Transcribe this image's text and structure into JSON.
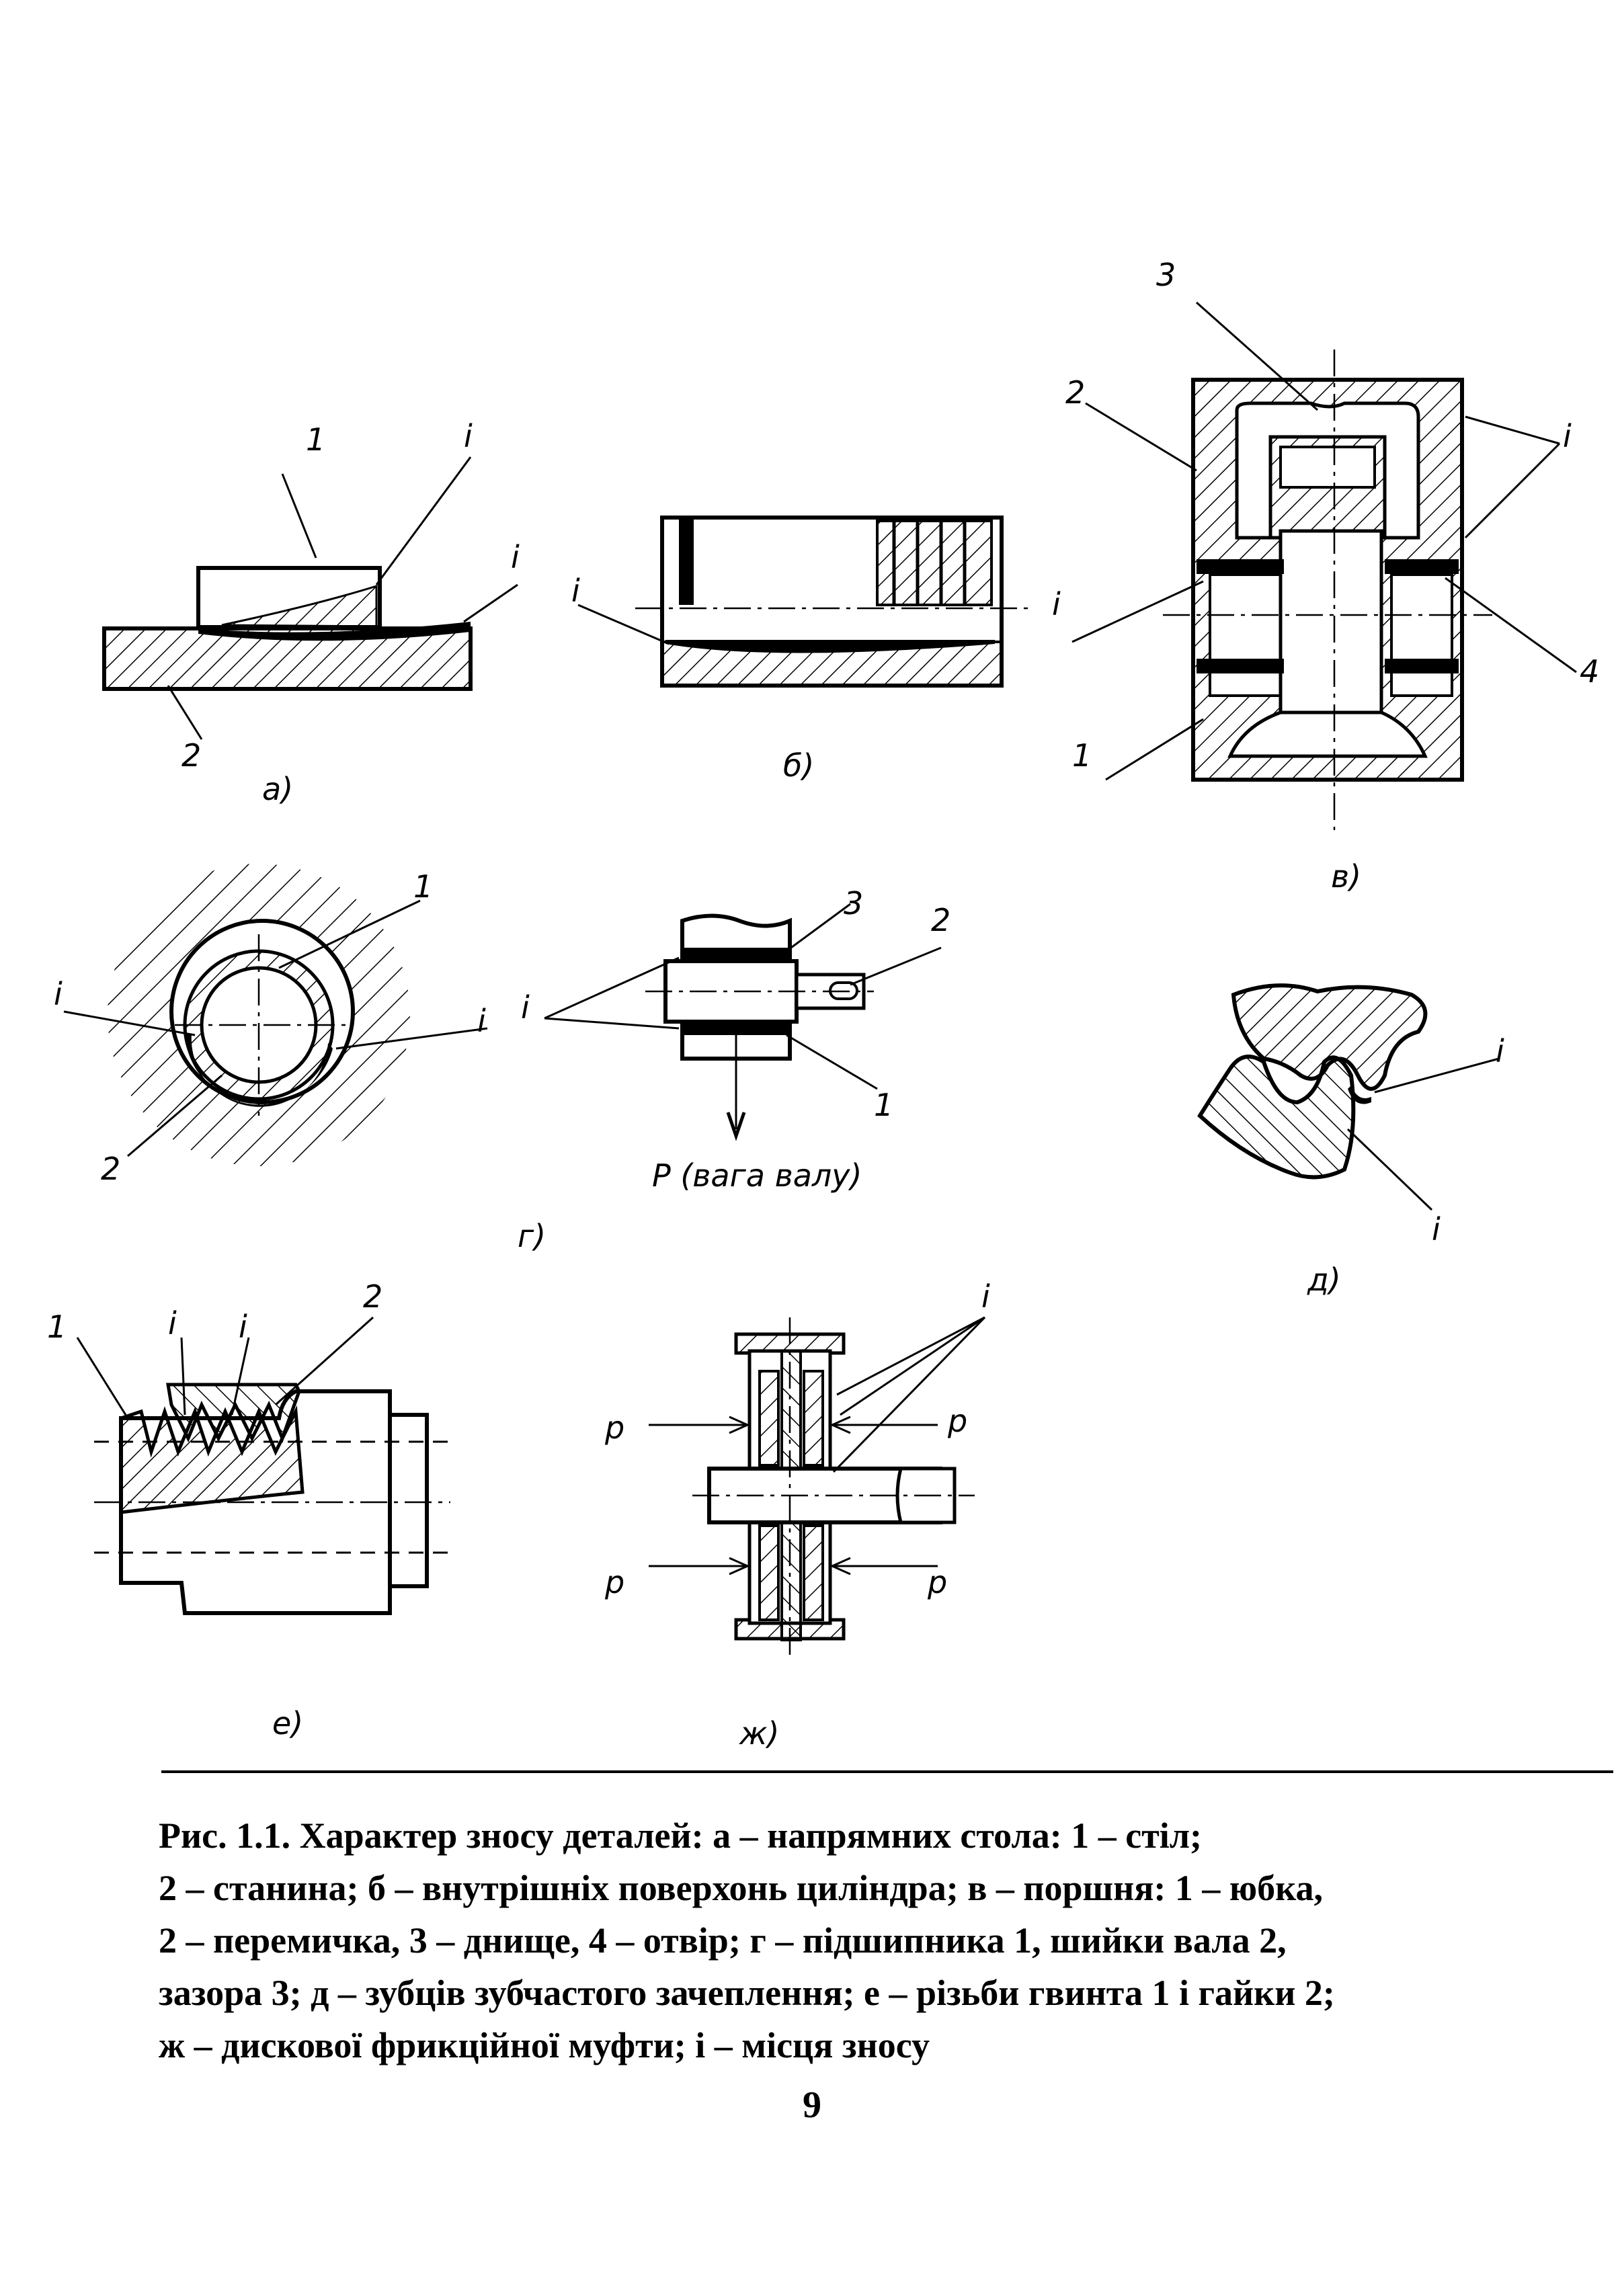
{
  "figure": {
    "sub_labels": {
      "a": "a)",
      "b": "б)",
      "v": "в)",
      "g": "г)",
      "d": "д)",
      "e": "е)",
      "zh": "ж)"
    },
    "a_labels": {
      "stil": "1",
      "stanyna": "2",
      "wear_top": "i",
      "wear_right": "i"
    },
    "b_labels": {
      "wear": "i"
    },
    "v_labels": {
      "dnyshche": "3",
      "peremychka": "2",
      "yubka": "1",
      "otvir": "4",
      "wear_right": "i",
      "wear_left": "i"
    },
    "g_labels": {
      "pidshypnyk": "1",
      "shyika": "2",
      "wear_left": "i",
      "wear_right": "i",
      "n1": "1",
      "n2": "2",
      "n3": "3",
      "wear_mid": "i",
      "load": "P (вага валу)"
    },
    "d_labels": {
      "wear_top": "i",
      "wear_bottom": "i"
    },
    "e_labels": {
      "gvynt": "1",
      "gaika": "2",
      "wear_1": "i",
      "wear_2": "i"
    },
    "zh_labels": {
      "wear": "i",
      "p_left_top": "p",
      "p_right_top": "p",
      "p_left_bottom": "p",
      "p_right_bottom": "p"
    }
  },
  "caption": {
    "line1": "Рис. 1.1. Характер зносу деталей:  а – напрямних стола: 1 – стіл;",
    "line2": "2 – станина;  б – внутрішніх поверхонь циліндра;   в – поршня: 1 – юбка,",
    "line3": "2 – перемичка, 3 – днище, 4 – отвір; г – підшипника 1, шийки вала 2,",
    "line4": "зазора 3;  д – зубців зубчастого зачеплення;  е – різьби гвинта 1 і гайки 2;",
    "line5": "ж – дискової фрикційної муфти; і – місця зносу"
  },
  "page_number": "9"
}
